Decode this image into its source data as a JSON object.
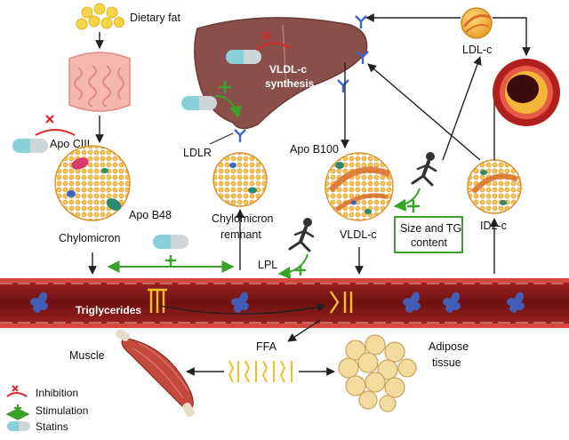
{
  "labels": {
    "dietary_fat": "Dietary fat",
    "apo_ciii": "Apo CIII",
    "apo_b48": "Apo B48",
    "chylomicron": "Chylomicron",
    "vldl_synthesis_1": "VLDL-c",
    "vldl_synthesis_2": "synthesis",
    "ldlr": "LDLR",
    "chylomicron_remnant_1": "Chylomicron",
    "chylomicron_remnant_2": "remnant",
    "apo_b100": "Apo B100",
    "vldl_c": "VLDL-c",
    "size_tg_1": "Size and TG",
    "size_tg_2": "content",
    "idl_c": "IDL-c",
    "ldl_c": "LDL-c",
    "lpl": "LPL",
    "triglycerides": "Triglycerides",
    "ffa": "FFA",
    "muscle": "Muscle",
    "adipose_1": "Adipose",
    "adipose_2": "tissue"
  },
  "legend": {
    "inhibition": "Inhibition",
    "stimulation": "Stimulation",
    "statins": "Statins"
  },
  "colors": {
    "vessel": "#8e1a1a",
    "vessel_wall": "#c0392b",
    "liver": "#8a4f48",
    "particle": "#f2b540",
    "inhibit": "#d62828",
    "stimulate": "#3aa12b",
    "statin": "#8ad0da",
    "receptor": "#3c66c8",
    "tg_glyph": "#f3c02a"
  },
  "icons": [
    "fat-droplets-icon",
    "intestine-icon",
    "liver-icon",
    "artery-plaque-icon",
    "muscle-icon",
    "adipose-tissue-icon",
    "runner-icon",
    "statin-pill-icon",
    "ldl-receptor-icon",
    "lipoprotein-particle-icon",
    "inhibition-icon",
    "stimulation-icon"
  ]
}
